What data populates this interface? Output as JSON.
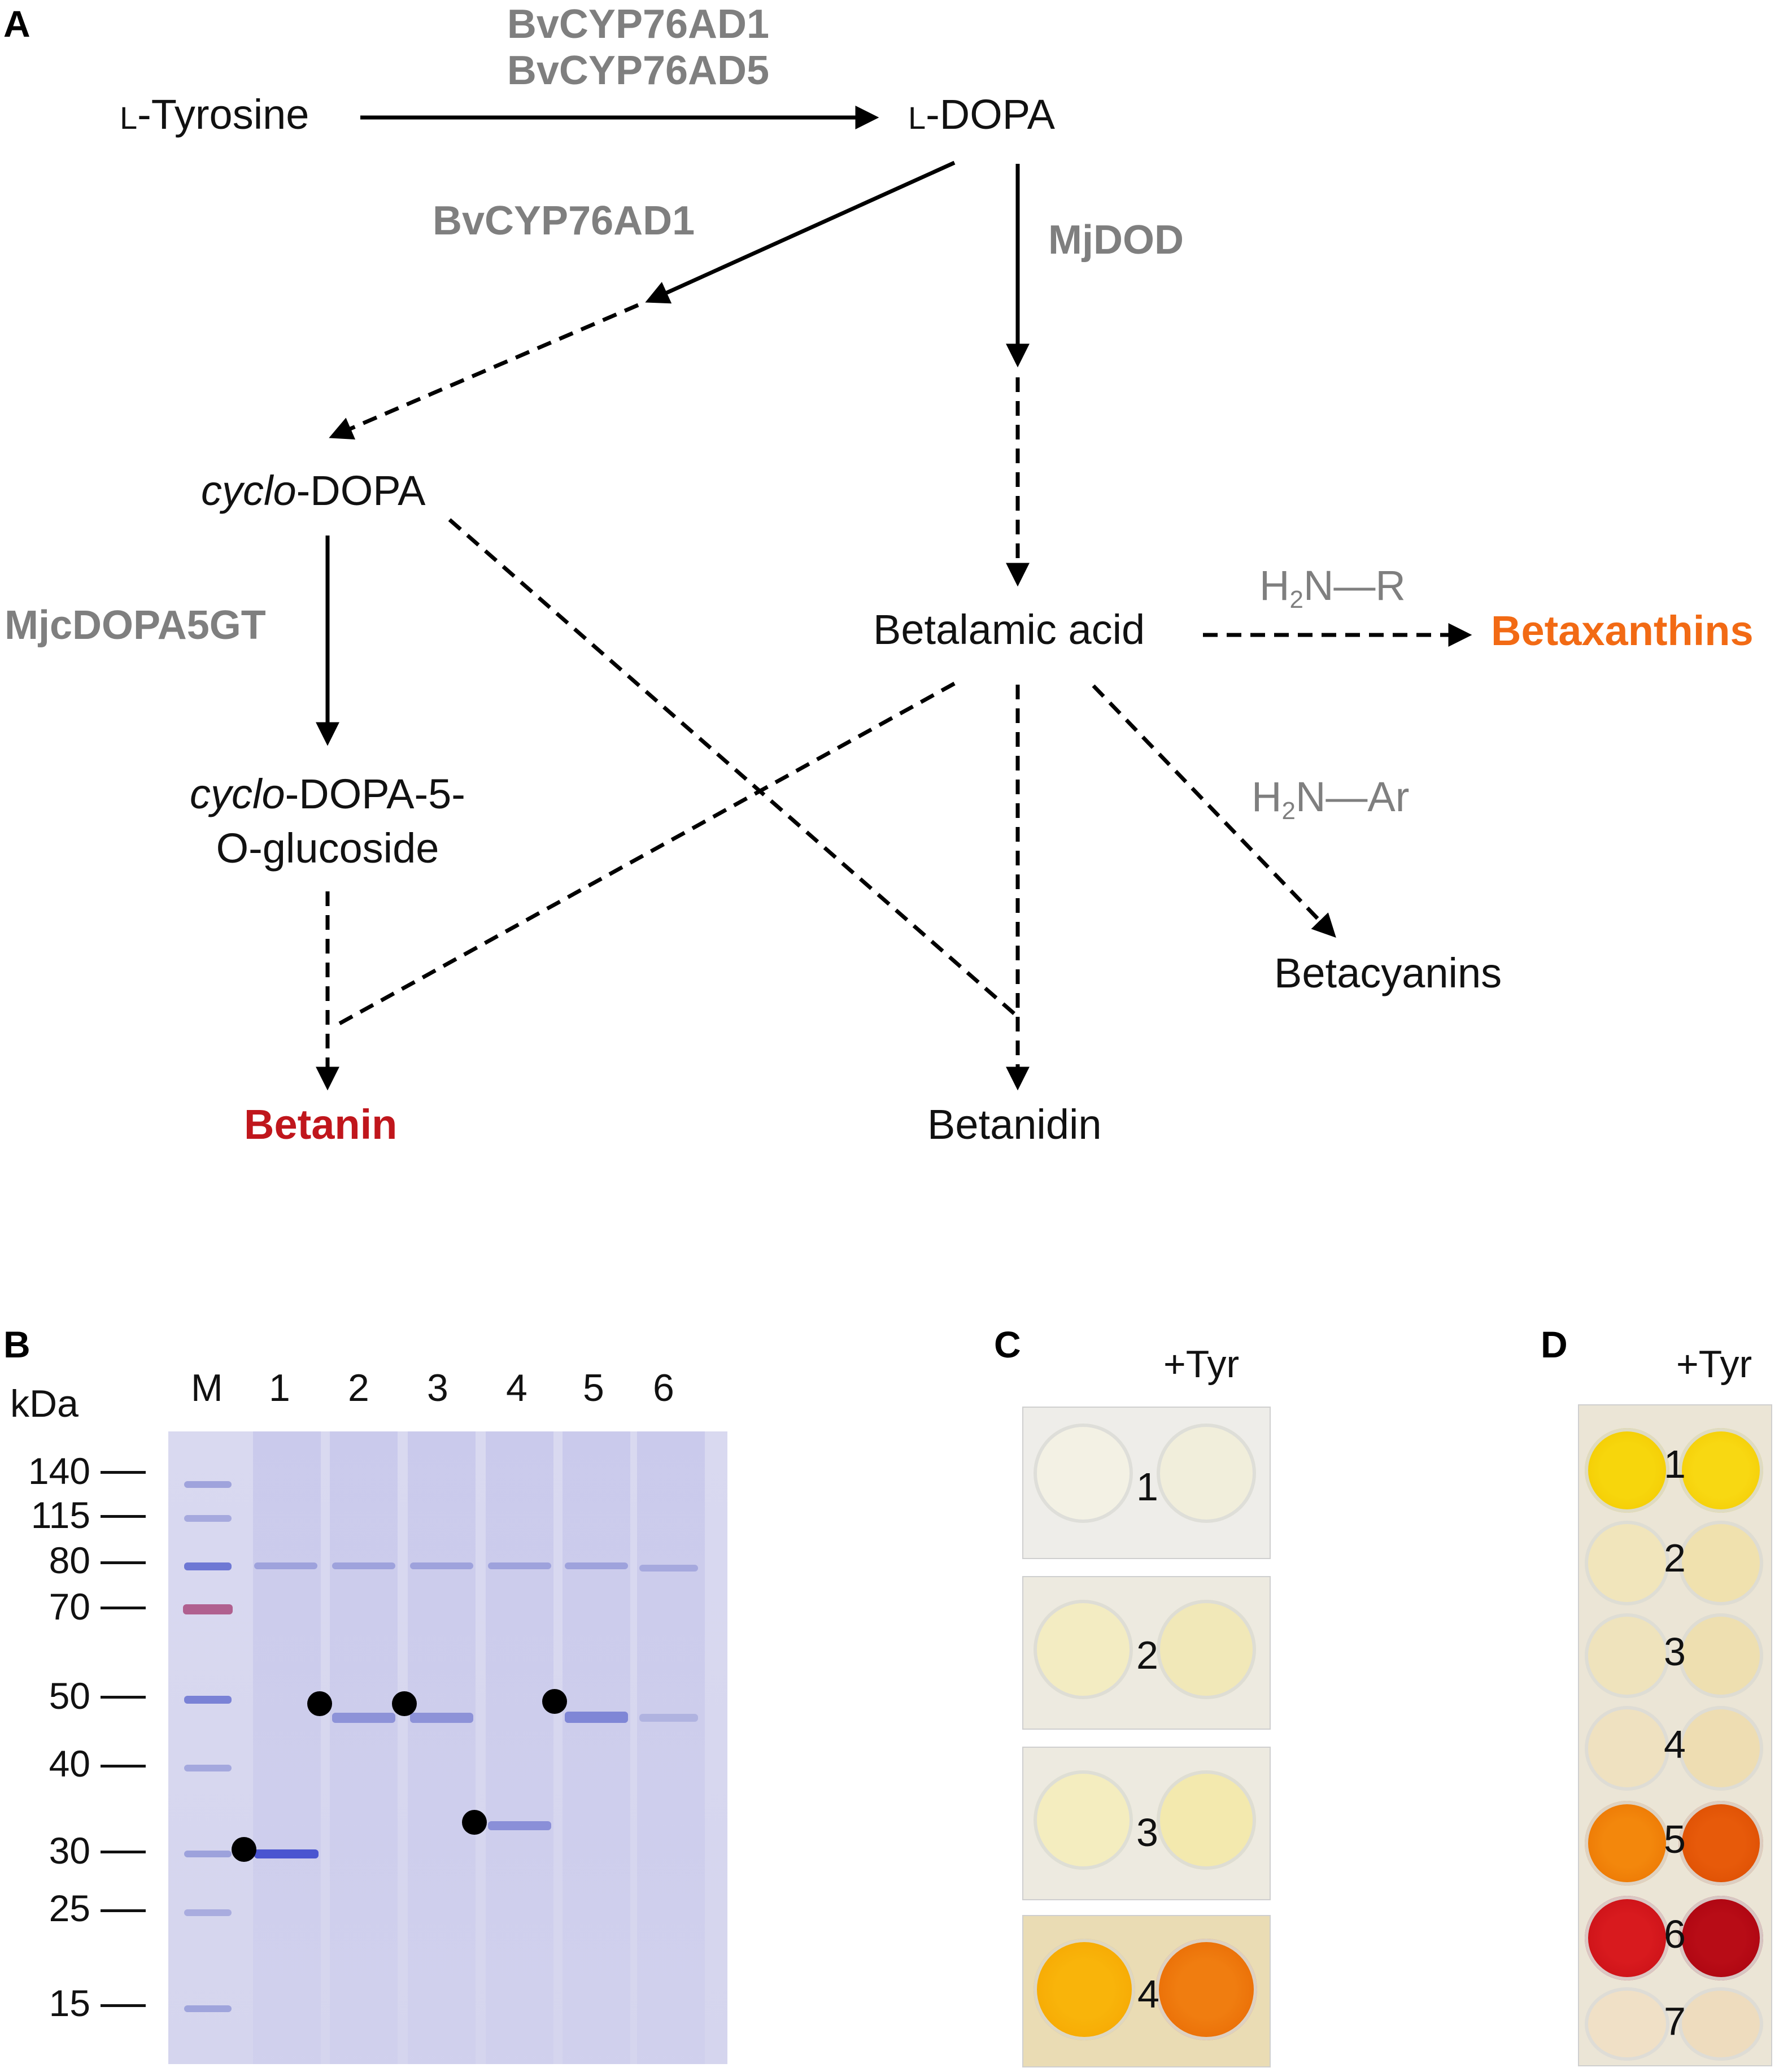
{
  "panels": {
    "a": "A",
    "b": "B",
    "c": "C",
    "d": "D"
  },
  "pathway": {
    "tyrosine_prefix": "L",
    "tyrosine_rest": "-Tyrosine",
    "dopa_prefix": "L",
    "dopa_rest": "-DOPA",
    "enzyme_1a": "BvCYP76AD1",
    "enzyme_1b": "BvCYP76AD5",
    "enzyme_2": "BvCYP76AD1",
    "enzyme_3": "MjDOD",
    "enzyme_4": "MjcDOPA5GT",
    "cyclo_dopa_italic": "cyclo",
    "cyclo_dopa_rest": "-DOPA",
    "glucoside_italic": "cyclo",
    "glucoside_line1_rest": "-DOPA-5-",
    "glucoside_line2": "O-glucoside",
    "betalamic_acid": "Betalamic acid",
    "amine_r_pre": "H",
    "amine_r_sub": "2",
    "amine_r_post": "N—R",
    "amine_ar_pre": "H",
    "amine_ar_sub": "2",
    "amine_ar_post": "N—Ar",
    "betaxanthins": "Betaxanthins",
    "betacyanins": "Betacyanins",
    "betanin": "Betanin",
    "betanidin": "Betanidin",
    "colors": {
      "betanin": "#c0161c",
      "betaxanthins": "#f26a14",
      "enzyme": "#7f7f7f"
    }
  },
  "gel": {
    "unit": "kDa",
    "lanes": [
      "M",
      "1",
      "2",
      "3",
      "4",
      "5",
      "6"
    ],
    "markers": [
      "140",
      "115",
      "80",
      "70",
      "50",
      "40",
      "30",
      "25",
      "15"
    ]
  },
  "plate_c": {
    "treatment": "+Tyr",
    "wells": [
      "1",
      "2",
      "3",
      "4"
    ]
  },
  "plate_d": {
    "treatment": "+Tyr",
    "wells": [
      "1",
      "2",
      "3",
      "4",
      "5",
      "6",
      "7"
    ]
  }
}
